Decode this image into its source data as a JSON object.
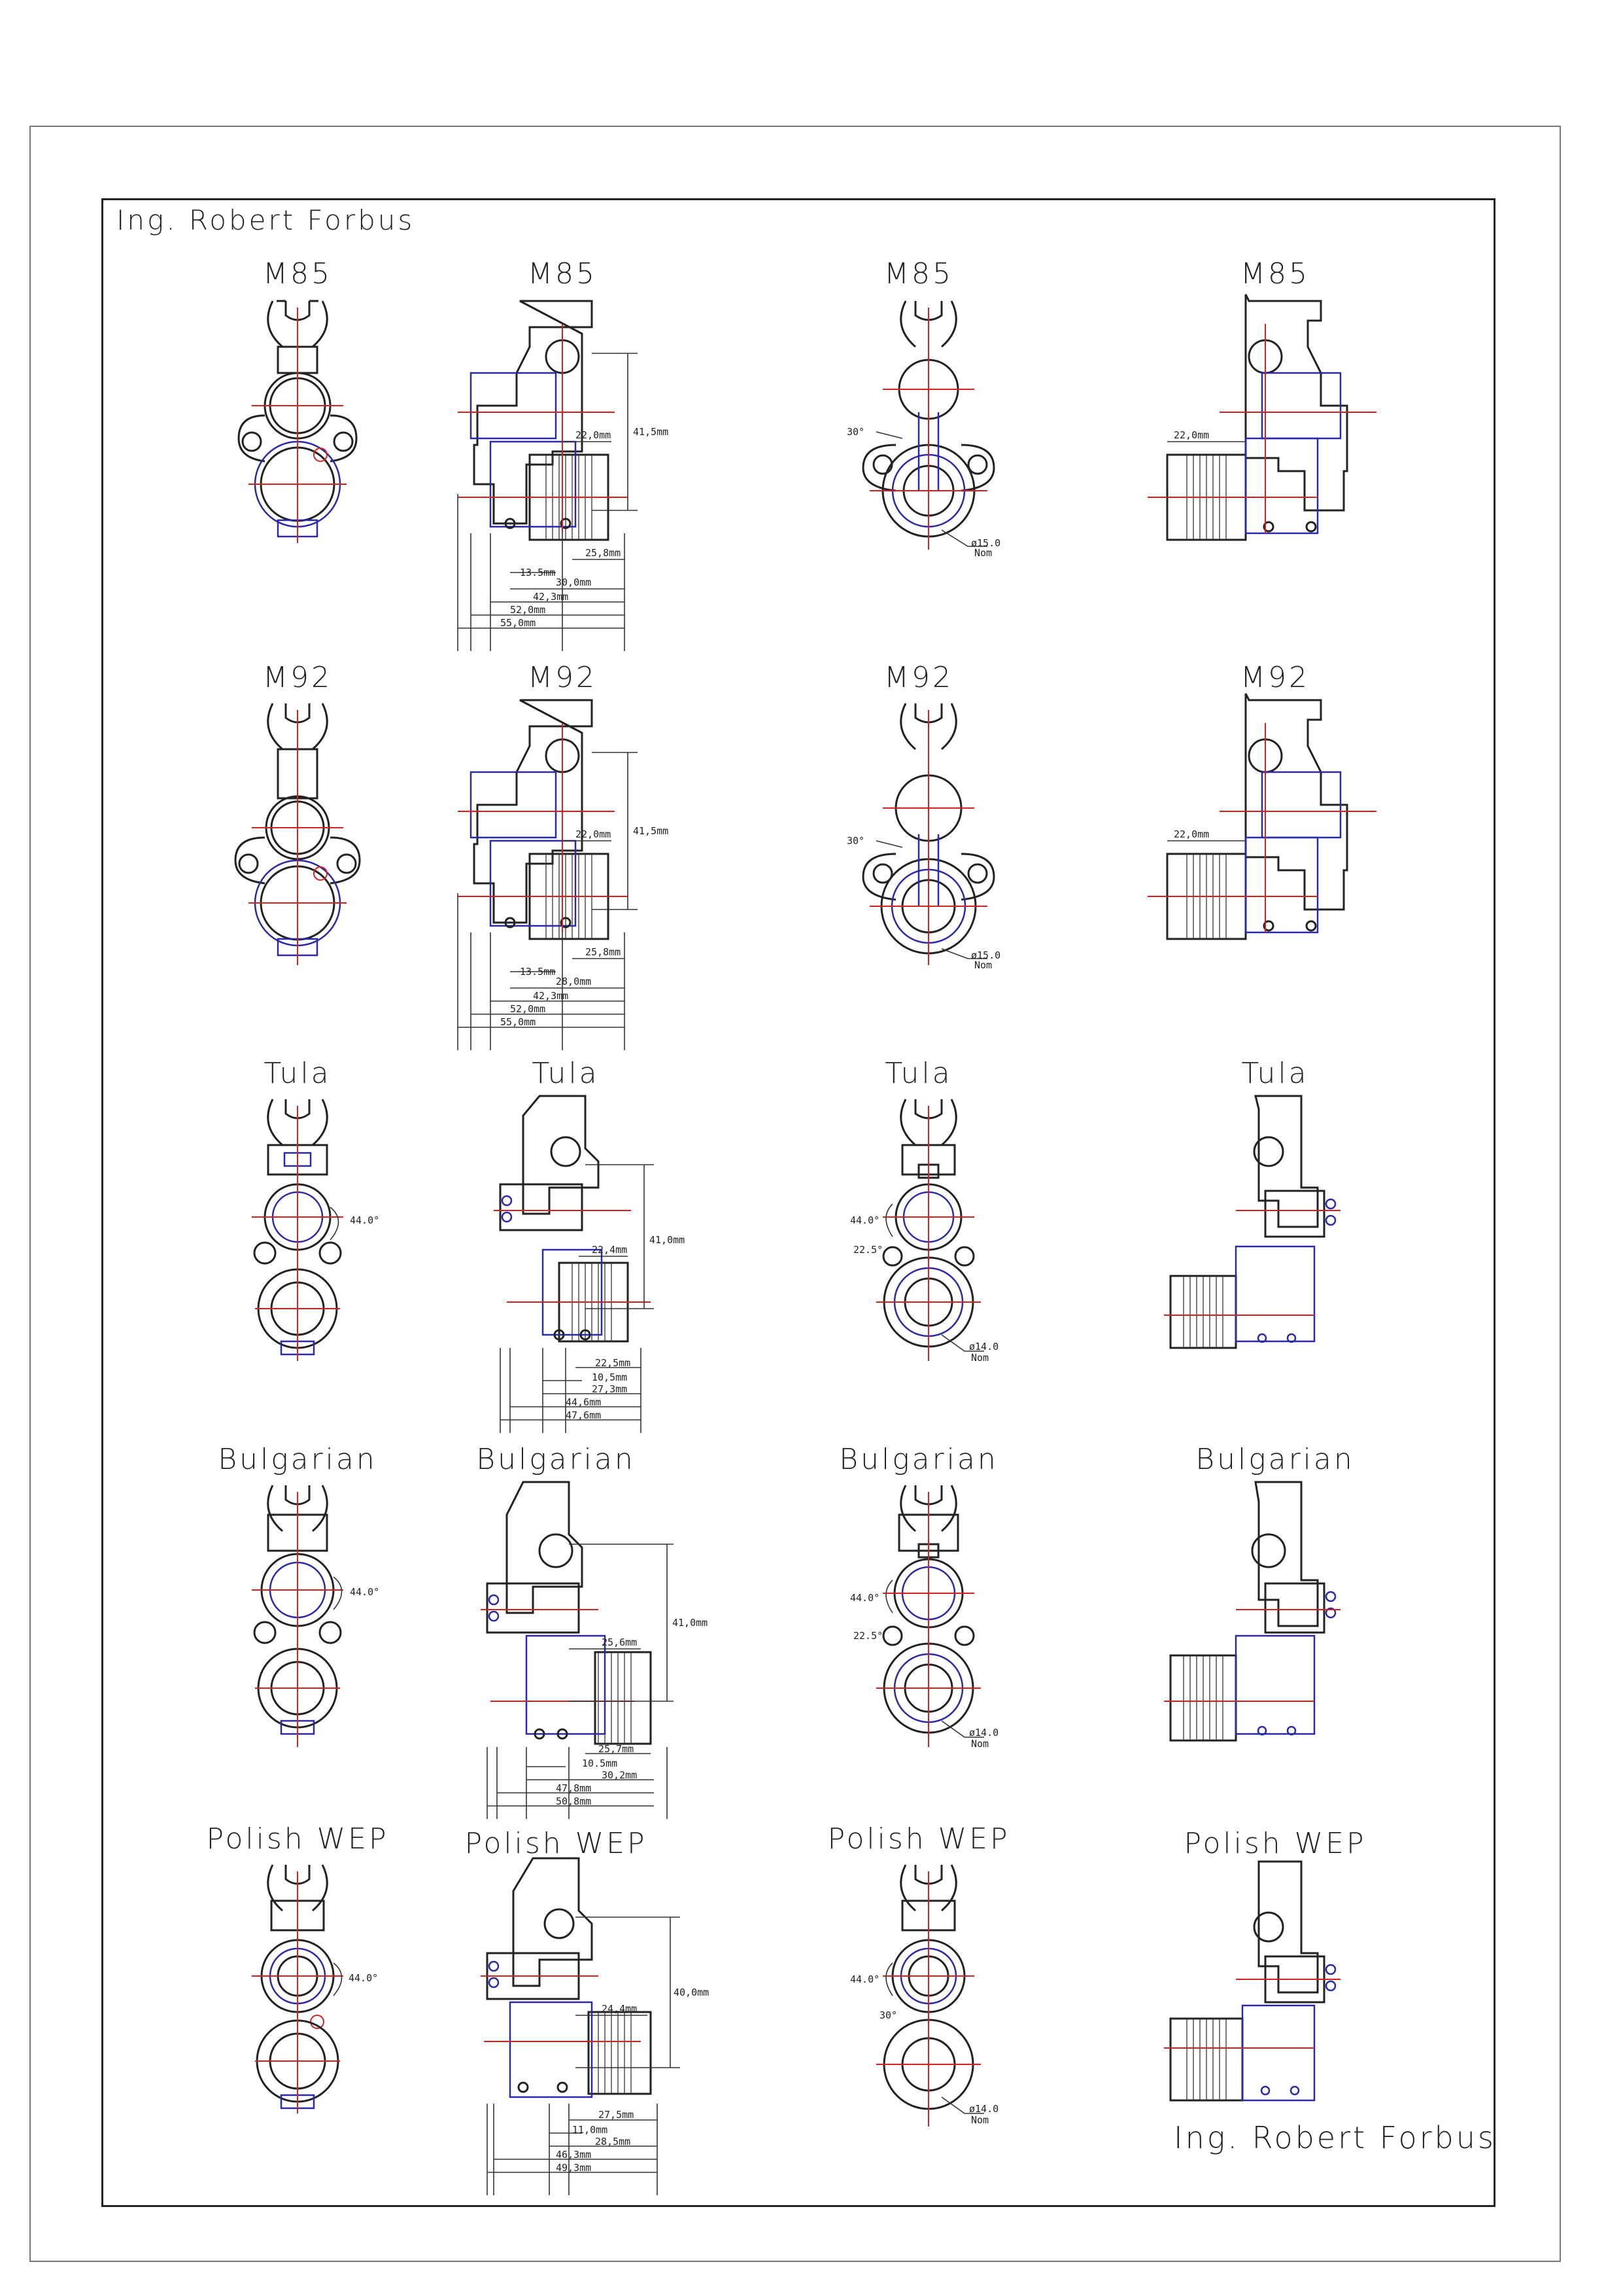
{
  "author": "Ing. Robert Forbus",
  "variants": [
    {
      "name": "M85",
      "labels": [
        "M85",
        "M85",
        "M85",
        "M85"
      ],
      "side_dims": {
        "height": "41,5mm",
        "top": "22,0mm",
        "bottom": [
          "25,8mm",
          "13.5mm",
          "30,0mm",
          "42,3mm",
          "52,0mm",
          "55,0mm"
        ]
      },
      "front_dims": {
        "angle": "30°",
        "bore": "ø15.0",
        "bore_note": "Nom"
      },
      "rear_dims": {
        "top": "22,0mm"
      }
    },
    {
      "name": "M92",
      "labels": [
        "M92",
        "M92",
        "M92",
        "M92"
      ],
      "side_dims": {
        "height": "41,5mm",
        "top": "22,0mm",
        "bottom": [
          "25,8mm",
          "13.5mm",
          "28,0mm",
          "42,3mm",
          "52,0mm",
          "55,0mm"
        ]
      },
      "front_dims": {
        "angle": "30°",
        "bore": "ø15.0",
        "bore_note": "Nom"
      },
      "rear_dims": {
        "top": "22,0mm"
      }
    },
    {
      "name": "Tula",
      "labels": [
        "Tula",
        "Tula",
        "Tula",
        "Tula"
      ],
      "rear_angle": "44.0°",
      "side_dims": {
        "height": "41,0mm",
        "top": "22,4mm",
        "bottom": [
          "22,5mm",
          "10,5mm",
          "27,3mm",
          "44,6mm",
          "47,6mm"
        ]
      },
      "front_dims": {
        "angle": "44.0°",
        "angle2": "22.5°",
        "bore": "ø14.0",
        "bore_note": "Nom"
      }
    },
    {
      "name": "Bulgarian",
      "labels": [
        "Bulgarian",
        "Bulgarian",
        "Bulgarian",
        "Bulgarian"
      ],
      "rear_angle": "44.0°",
      "side_dims": {
        "height": "41,0mm",
        "top": "25,6mm",
        "bottom": [
          "25,7mm",
          "10.5mm",
          "30,2mm",
          "47,8mm",
          "50,8mm"
        ]
      },
      "front_dims": {
        "angle": "44.0°",
        "angle2": "22.5°",
        "bore": "ø14.0",
        "bore_note": "Nom"
      }
    },
    {
      "name": "Polish WEP",
      "labels": [
        "Polish WEP",
        "Polish WEP",
        "Polish WEP",
        "Polish WEP"
      ],
      "rear_angle": "44.0°",
      "side_dims": {
        "height": "40,0mm",
        "top": "24,4mm",
        "bottom": [
          "27,5mm",
          "11,0mm",
          "28,5mm",
          "46,3mm",
          "49,3mm"
        ]
      },
      "front_dims": {
        "angle": "44.0°",
        "angle2": "30°",
        "bore": "ø14.0",
        "bore_note": "Nom"
      }
    }
  ]
}
